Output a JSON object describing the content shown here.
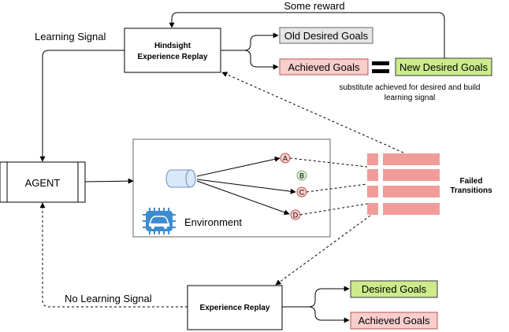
{
  "labels": {
    "learning_signal": "Learning Signal",
    "some_reward": "Some reward",
    "her_line1": "Hindsight",
    "her_line2": "Experience Replay",
    "old_goals": "Old Desired Goals",
    "achieved_goals_top": "Achieved Goals",
    "new_goals": "New Desired Goals",
    "substitute_line1": "substitute achieved for desired and build",
    "substitute_line2": "learning signal",
    "agent": "AGENT",
    "environment": "Environment",
    "node_a": "A",
    "node_b": "B",
    "node_c": "C",
    "node_d": "D",
    "failed_line1": "Failed",
    "failed_line2": "Transitions",
    "no_learning_signal": "No Learning Signal",
    "experience_replay": "Experience Replay",
    "desired_goals": "Desired Goals",
    "achieved_goals_bottom": "Achieved Goals"
  },
  "colors": {
    "grey_fill": "#e6e6e6",
    "pink_fill": "#f8cecc",
    "green_fill": "#cdeb8b",
    "transition_fill": "#f19c99",
    "cylinder_fill": "#dae8fc",
    "cylinder_stroke": "#6c8ebf",
    "node_b_fill": "#d5e8d4",
    "node_b_stroke": "#82b366",
    "node_red_stroke": "#b85450",
    "chip_fill": "#3d8bd0"
  },
  "icons": {
    "environment_icon": "car-chip-icon",
    "cylinder_icon": "cylinder-icon"
  }
}
